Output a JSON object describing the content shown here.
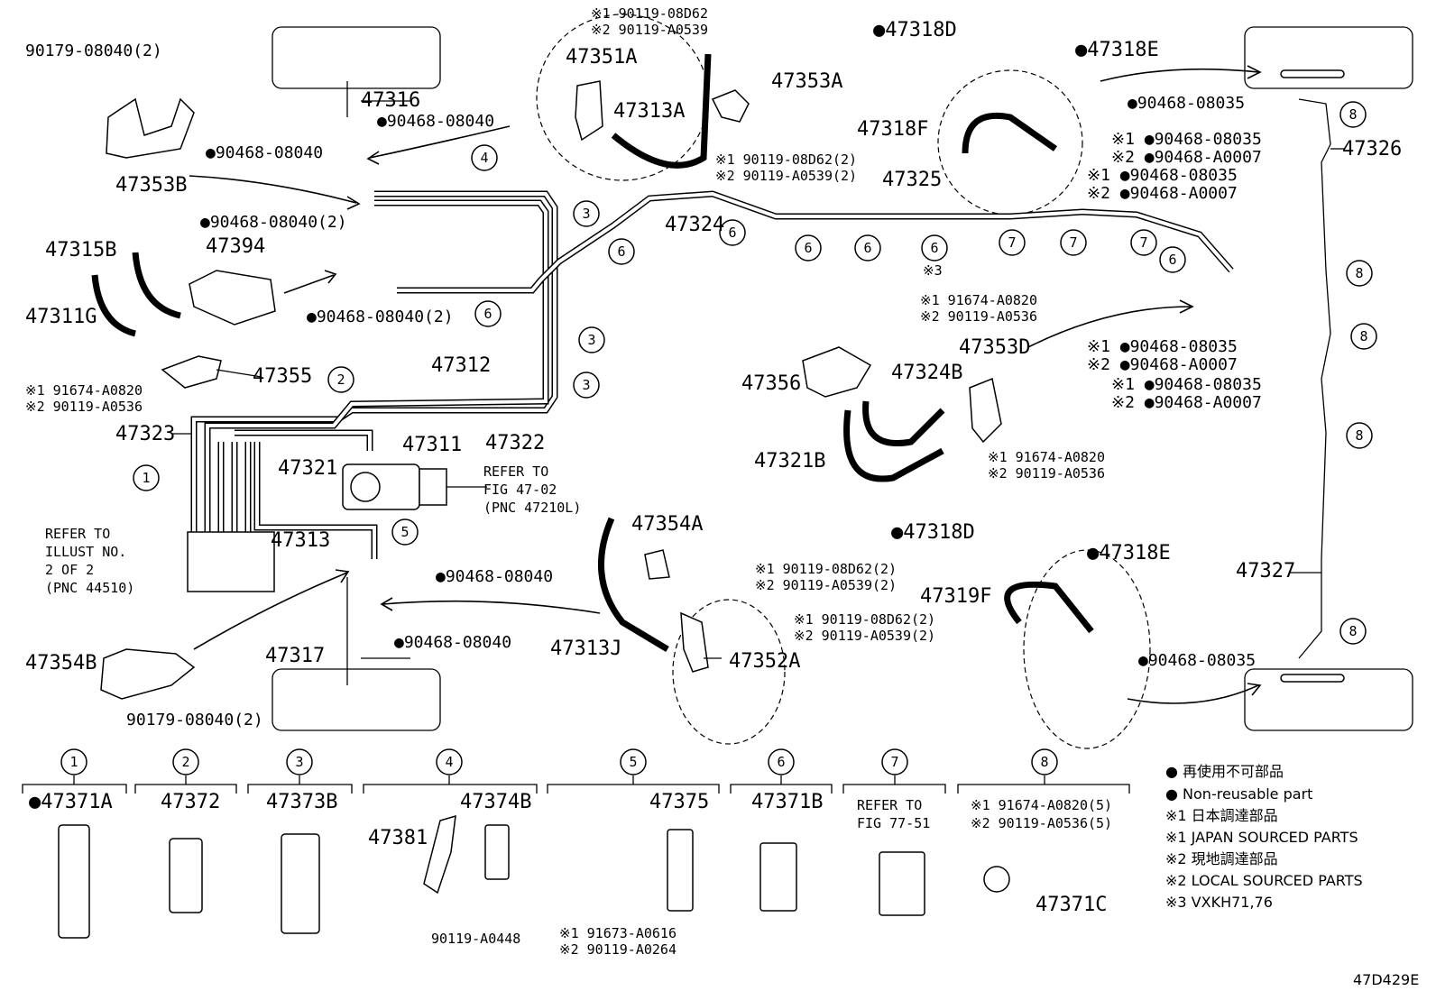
{
  "diagram_id": "47D429E",
  "labels": {
    "l90179_top": "90179-08040(2)",
    "l47353B": "47353B",
    "l47316": "47316",
    "l90468_a": "●90468-08040",
    "l90468_b": "●90468-08040",
    "l90468_c": "●90468-08040(2)",
    "l90468_d": "●90468-08040(2)",
    "l47315B": "47315B",
    "l47394": "47394",
    "l47311G": "47311G",
    "l47355": "47355",
    "l91674_a1": "※1 91674-A0820",
    "l90119_a2": "※2 90119-A0536",
    "l47323": "47323",
    "l47312": "47312",
    "l47322": "47322",
    "l47321": "47321",
    "l47311": "47311",
    "l47313": "47313",
    "refer_fig_1": "REFER TO",
    "refer_fig_2": "FIG 47-02",
    "refer_fig_3": "(PNC 47210L)",
    "refer_ill_1": "REFER TO",
    "refer_ill_2": "ILLUST NO.",
    "refer_ill_3": "2 OF 2",
    "refer_ill_4": "(PNC 44510)",
    "l90468_e": "●90468-08040",
    "l90468_f": "●90468-08040",
    "l47354B": "47354B",
    "l47317": "47317",
    "l90179_bot": "90179-08040(2)",
    "l90119_top1": "※1 90119-08D62",
    "l90119_top2": "※2 90119-A0539",
    "l47351A": "47351A",
    "l47313A": "47313A",
    "l47353A": "47353A",
    "l90119_mid1": "※1 90119-08D62(2)",
    "l90119_mid2": "※2 90119-A0539(2)",
    "l47324": "47324",
    "l47325": "47325",
    "note3": "※3",
    "l47318D_top": "●47318D",
    "l47318E_top": "●47318E",
    "l47318F": "47318F",
    "l90468_08035_top": "●90468-08035",
    "l47326": "47326",
    "r1_1": "※1 ●90468-08035",
    "r1_2": "※2 ●90468-A0007",
    "r2_1": "※1 ●90468-08035",
    "r2_2": "※2 ●90468-A0007",
    "r3_1": "※1 ●90468-08035",
    "r3_2": "※2 ●90468-A0007",
    "r4_1": "※1 ●90468-08035",
    "r4_2": "※2 ●90468-A0007",
    "l91674_c1": "※1 91674-A0820",
    "l90119_c2": "※2 90119-A0536",
    "l47353D": "47353D",
    "l47356": "47356",
    "l47324B": "47324B",
    "l47321B": "47321B",
    "l91674_d1": "※1 91674-A0820",
    "l90119_d2": "※2 90119-A0536",
    "l47354A": "47354A",
    "l90119_e1": "※1 90119-08D62(2)",
    "l90119_e2": "※2 90119-A0539(2)",
    "l90119_f1": "※1 90119-08D62(2)",
    "l90119_f2": "※2 90119-A0539(2)",
    "l47313J": "47313J",
    "l47352A": "47352A",
    "l47318D_bot": "●47318D",
    "l47318E_bot": "●47318E",
    "l47319F": "47319F",
    "l47327": "47327",
    "l90468_08035_bot": "●90468-08035"
  },
  "callouts": [
    "1",
    "2",
    "3",
    "4",
    "5",
    "6",
    "7",
    "8"
  ],
  "parts_row": {
    "p1": "●47371A",
    "p2": "47372",
    "p3": "47373B",
    "p4a": "47374B",
    "p4b": "47381",
    "p4c": "90119-A0448",
    "p5": "47375",
    "p5b1": "※1 91673-A0616",
    "p5b2": "※2 90119-A0264",
    "p6": "47371B",
    "p7a": "REFER TO",
    "p7b": "FIG 77-51",
    "p8a": "※1 91674-A0820(5)",
    "p8b": "※2 90119-A0536(5)",
    "p8c": "47371C"
  },
  "legend": {
    "a": "● 再使用不可部品",
    "b": "● Non-reusable part",
    "c": "※1 日本調達部品",
    "d": "※1 JAPAN SOURCED PARTS",
    "e": "※2 現地調達部品",
    "f": "※2 LOCAL SOURCED PARTS",
    "g": "※3  VXKH71,76"
  }
}
